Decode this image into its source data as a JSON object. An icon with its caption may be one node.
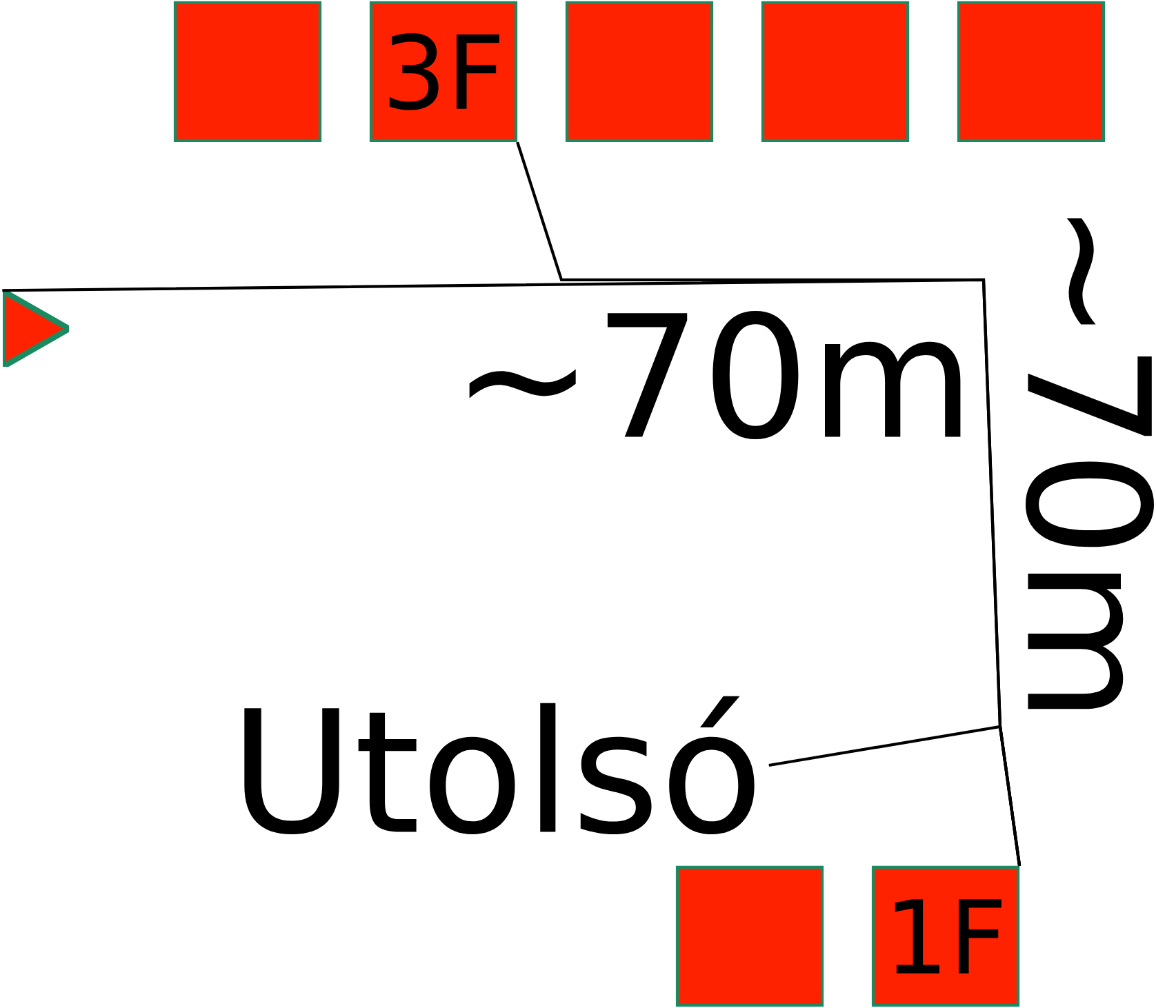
{
  "diagram": {
    "nodes": [
      {
        "text": [],
        "shape": "box"
      },
      {
        "text": [
          "3F"
        ]
      },
      {
        "text": [],
        "shape": "box"
      },
      {
        "text": [],
        "shape": "box"
      },
      {
        "text": [],
        "shape": "box"
      },
      {
        "text": [],
        "shape": "triangle"
      },
      {
        "text": [
          "Utolsó"
        ]
      },
      {
        "text": [],
        "shape": "box"
      },
      {
        "text": [
          "1F"
        ]
      }
    ],
    "edges": [
      {
        "from": 5,
        "to": 8,
        "arrow": "none"
      },
      {
        "from": 1,
        "to": 8,
        "arrow": "none"
      },
      {
        "from": 6,
        "to": 8,
        "arrow": "none"
      }
    ],
    "labels": [
      "~70m",
      "~70m"
    ]
  }
}
